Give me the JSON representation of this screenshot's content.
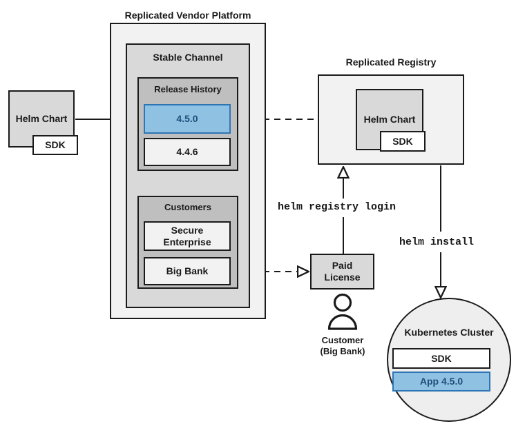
{
  "diagram": {
    "title_platform": "Replicated Vendor Platform",
    "title_registry": "Replicated Registry"
  },
  "source_chart": {
    "label": "Helm Chart",
    "sdk_label": "SDK"
  },
  "platform": {
    "title": "Replicated Vendor Platform",
    "channel": {
      "title": "Stable Channel",
      "release_history": {
        "title": "Release History",
        "releases": [
          {
            "version": "4.5.0",
            "highlighted": true
          },
          {
            "version": "4.4.6",
            "highlighted": false
          }
        ]
      },
      "customers": {
        "title": "Customers",
        "items": [
          {
            "name": "Secure\nEnterprise",
            "line1": "Secure",
            "line2": "Enterprise"
          },
          {
            "name": "Big Bank",
            "line1": "Big Bank",
            "line2": ""
          }
        ]
      }
    }
  },
  "registry": {
    "title": "Replicated Registry",
    "chart": {
      "label": "Helm Chart",
      "sdk_label": "SDK"
    }
  },
  "license": {
    "line1": "Paid",
    "line2": "License"
  },
  "customer_actor": {
    "icon": "person-icon",
    "line1": "Customer",
    "line2": "(Big Bank)"
  },
  "cluster": {
    "title": "Kubernetes Cluster",
    "items": [
      {
        "label": "SDK",
        "highlighted": false
      },
      {
        "label": "App 4.5.0",
        "highlighted": true
      }
    ]
  },
  "commands": {
    "registry_login": "helm registry login",
    "install": "helm install"
  },
  "colors": {
    "accent_blue_fill": "#8fc1e3",
    "accent_blue_border": "#2e75b6",
    "accent_blue_text": "#1f4e79",
    "stroke": "#1a1a1a",
    "light_gray": "#f2f2f2",
    "gray": "#d9d9d9",
    "mid_gray": "#bfbfbf",
    "cluster_fill": "#eeeeee"
  }
}
